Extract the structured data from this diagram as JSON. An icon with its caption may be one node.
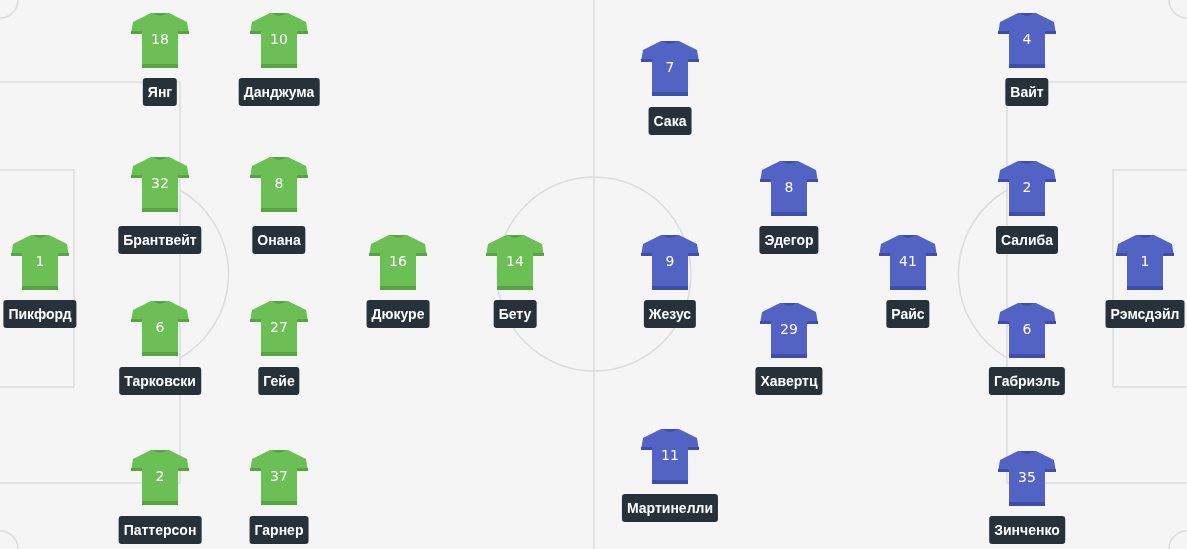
{
  "diagram": {
    "nodes": [
      {
        "text": [
          "18",
          "Янг"
        ]
      },
      {
        "text": [
          "10",
          "Данджума"
        ]
      },
      {
        "text": [
          "32",
          "Брантвейт"
        ]
      },
      {
        "text": [
          "8",
          "Онана"
        ]
      },
      {
        "text": [
          "1",
          "Пикфорд"
        ]
      },
      {
        "text": [
          "16",
          "Дюкуре"
        ]
      },
      {
        "text": [
          "14",
          "Бету"
        ]
      },
      {
        "text": [
          "6",
          "Тарковски"
        ]
      },
      {
        "text": [
          "27",
          "Гейе"
        ]
      },
      {
        "text": [
          "2",
          "Паттерсон"
        ]
      },
      {
        "text": [
          "37",
          "Гарнер"
        ]
      },
      {
        "text": [
          "7",
          "Сака"
        ]
      },
      {
        "text": [
          "4",
          "Вайт"
        ]
      },
      {
        "text": [
          "8",
          "Эдегор"
        ]
      },
      {
        "text": [
          "2",
          "Салиба"
        ]
      },
      {
        "text": [
          "9",
          "Жезус"
        ]
      },
      {
        "text": [
          "41",
          "Райс"
        ]
      },
      {
        "text": [
          "1",
          "Рэмсдэйл"
        ]
      },
      {
        "text": [
          "29",
          "Хавертц"
        ]
      },
      {
        "text": [
          "6",
          "Габриэль"
        ]
      },
      {
        "text": [
          "11",
          "Мартинелли"
        ]
      },
      {
        "text": [
          "35",
          "Зинченко"
        ]
      }
    ]
  }
}
